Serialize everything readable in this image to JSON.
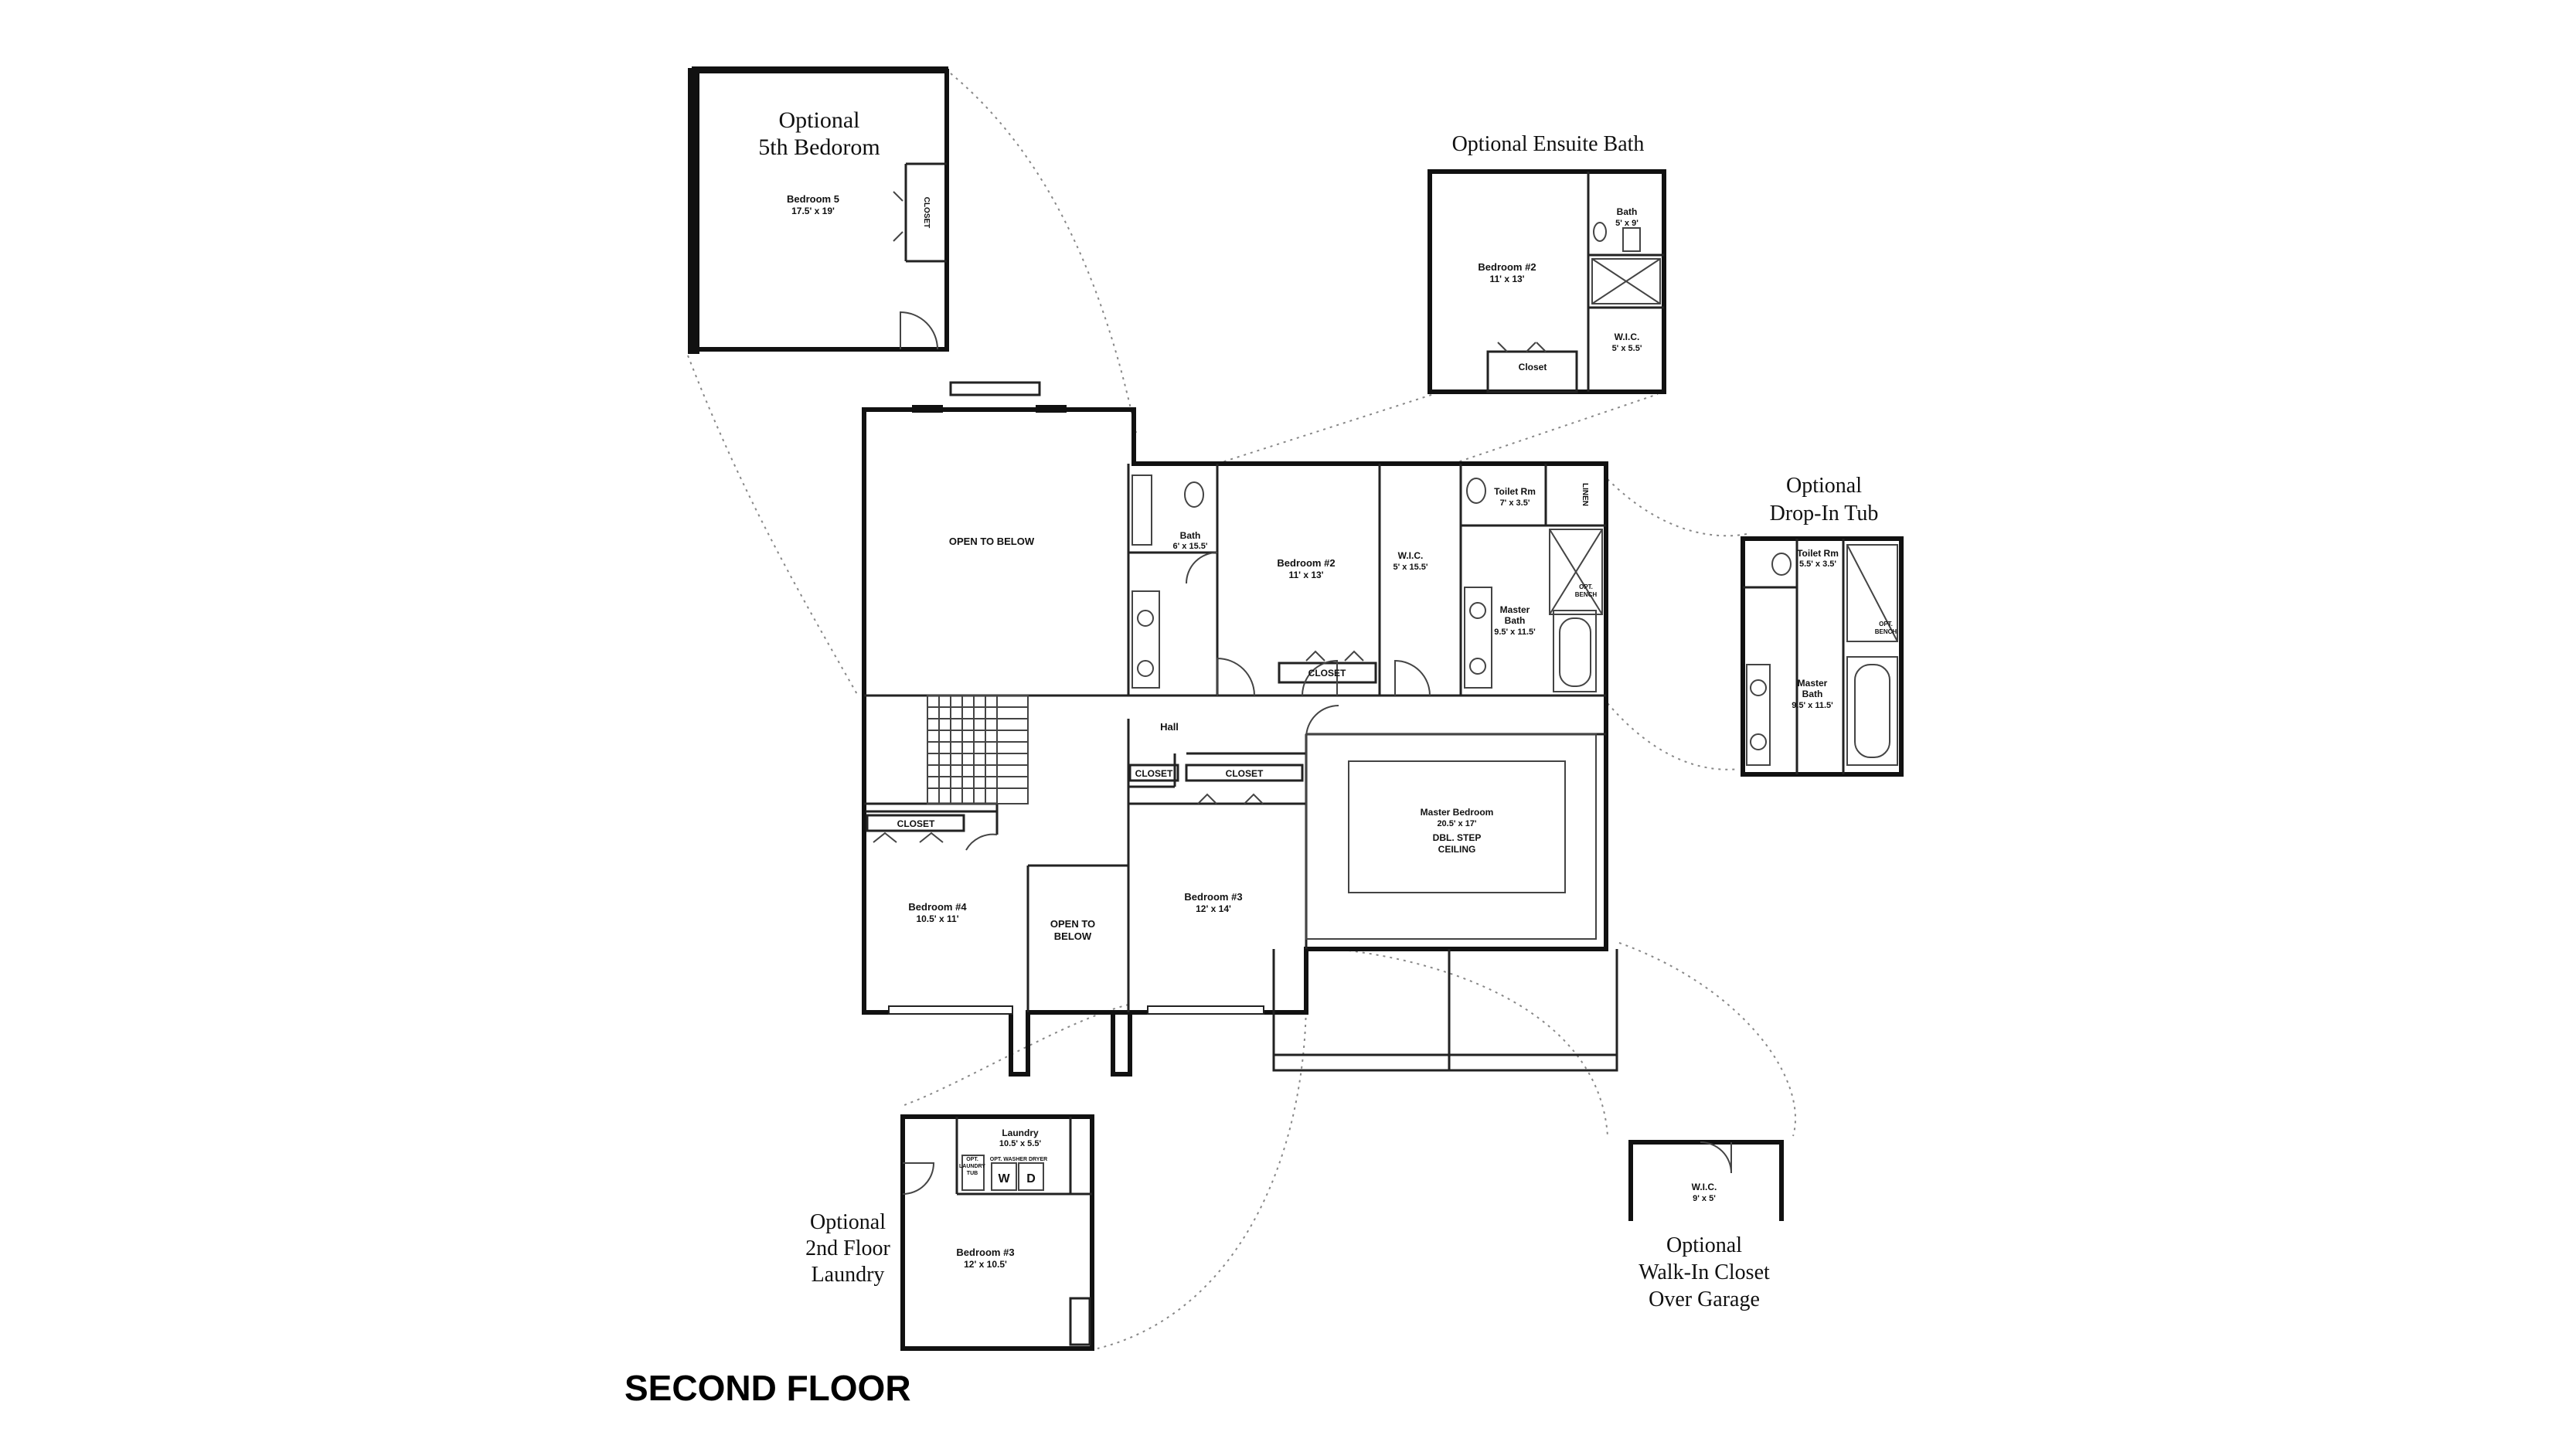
{
  "page_title": "SECOND FLOOR",
  "callouts": {
    "fifth_bedroom": [
      "Optional",
      "5th Bedorom"
    ],
    "ensuite_bath": "Optional Ensuite Bath",
    "drop_in_tub": [
      "Optional",
      "Drop-In Tub"
    ],
    "walk_in_closet": [
      "Optional",
      "Walk-In Closet",
      "Over Garage"
    ],
    "laundry": [
      "Optional",
      "2nd Floor",
      "Laundry"
    ]
  },
  "rooms": {
    "open_to_below_top": "OPEN TO BELOW",
    "bath": {
      "name": "Bath",
      "size": "6' x 15.5'"
    },
    "bedroom2": {
      "name": "Bedroom #2",
      "size": "11' x 13'"
    },
    "wic": {
      "name": "W.I.C.",
      "size": "5' x 15.5'"
    },
    "toilet_rm": {
      "name": "Toilet Rm",
      "size": "7' x 3.5'"
    },
    "linen": "LINEN",
    "master_bath": {
      "name": [
        "Master",
        "Bath"
      ],
      "size": "9.5' x 11.5'"
    },
    "opt_bench": [
      "OPT.",
      "BENCH"
    ],
    "closet_bed2": "CLOSET",
    "hall": "Hall",
    "closet_hall": "CLOSET",
    "closet_bed3": "CLOSET",
    "closet_bed4": "CLOSET",
    "master_bedroom": {
      "name": "Master Bedroom",
      "size": "20.5' x 17'",
      "note": [
        "DBL. STEP",
        "CEILING"
      ]
    },
    "bedroom4": {
      "name": "Bedroom #4",
      "size": "10.5' x 11'"
    },
    "open_to_below_small": [
      "OPEN TO",
      "BELOW"
    ],
    "bedroom3": {
      "name": "Bedroom #3",
      "size": "12' x 14'"
    }
  },
  "opt_fifth_bedroom": {
    "name": "Bedroom 5",
    "size": "17.5' x 19'",
    "closet": "CLOSET"
  },
  "opt_ensuite": {
    "bedroom": {
      "name": "Bedroom #2",
      "size": "11' x 13'"
    },
    "bath": {
      "name": "Bath",
      "size": "5' x 9'"
    },
    "wic": {
      "name": "W.I.C.",
      "size": "5' x 5.5'"
    },
    "closet": "Closet"
  },
  "opt_drop_in": {
    "toilet_rm": {
      "name": "Toilet Rm",
      "size": "5.5' x 3.5'"
    },
    "master_bath": {
      "name": [
        "Master",
        "Bath"
      ],
      "size": "9.5' x 11.5'"
    },
    "opt_bench": [
      "OPT.",
      "BENCH"
    ]
  },
  "opt_wic": {
    "name": "W.I.C.",
    "size": "9' x 5'"
  },
  "opt_laundry": {
    "laundry": {
      "name": "Laundry",
      "size": "10.5' x 5.5'"
    },
    "tub": [
      "OPT.",
      "LAUNDRY",
      "TUB"
    ],
    "washer_dryer": "OPT. WASHER DRYER",
    "w": "W",
    "d": "D",
    "bedroom3": {
      "name": "Bedroom #3",
      "size": "12' x 10.5'"
    }
  }
}
